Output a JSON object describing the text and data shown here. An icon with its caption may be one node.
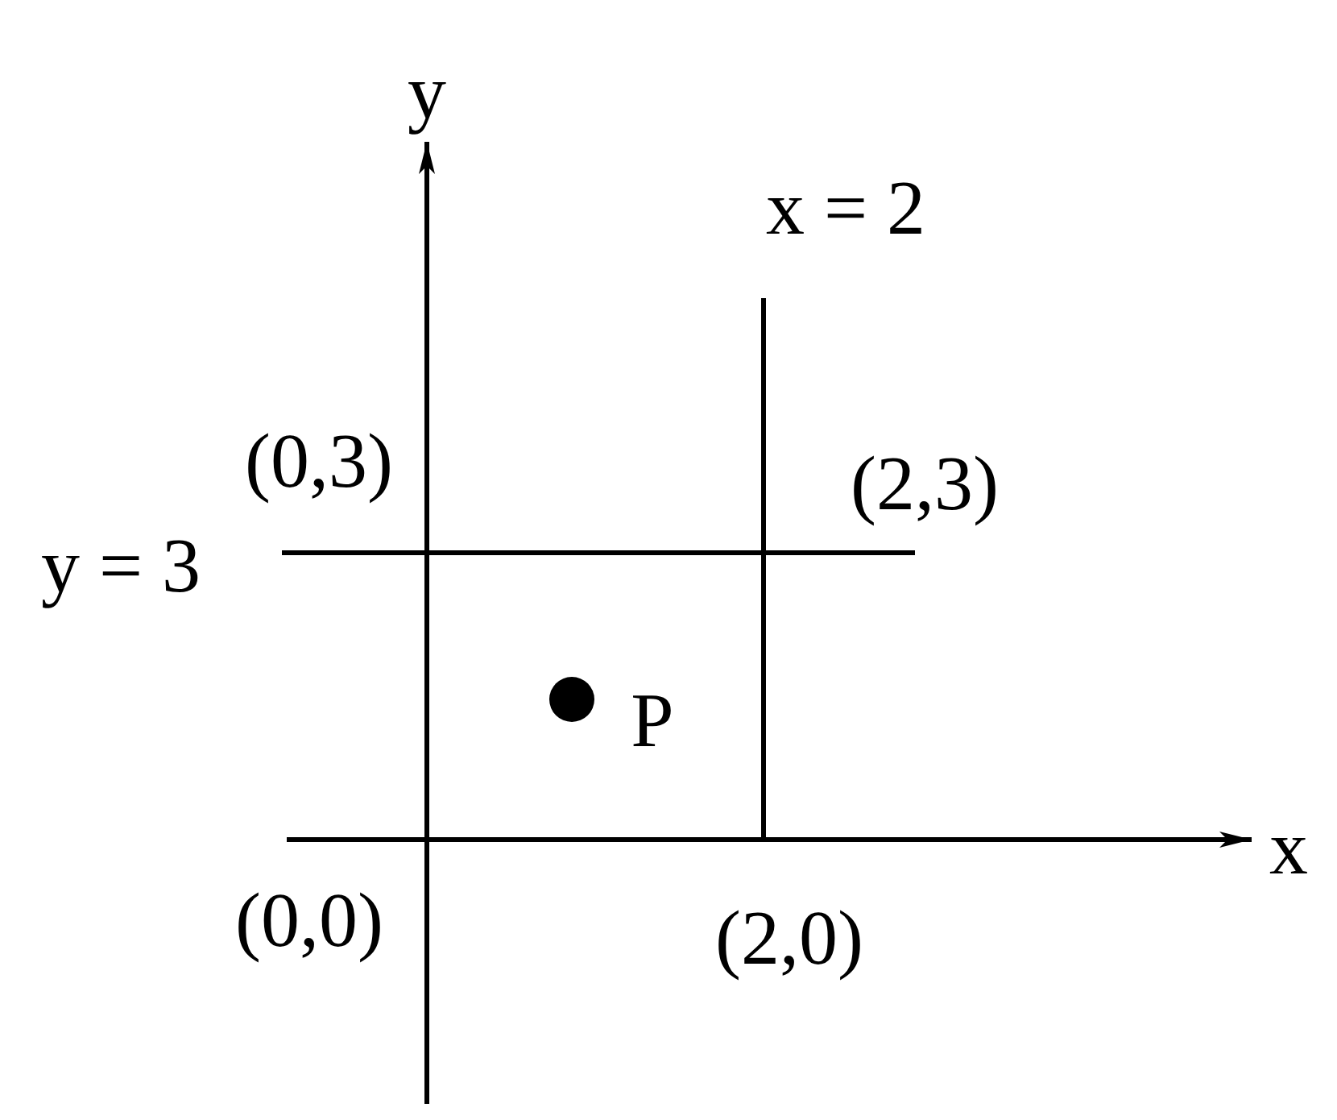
{
  "diagram": {
    "labels": [
      "y",
      "x = 2",
      "(0,3)",
      "(2,3)",
      "y = 3",
      "P",
      "(0,0)",
      "(2,0)",
      "x"
    ]
  }
}
